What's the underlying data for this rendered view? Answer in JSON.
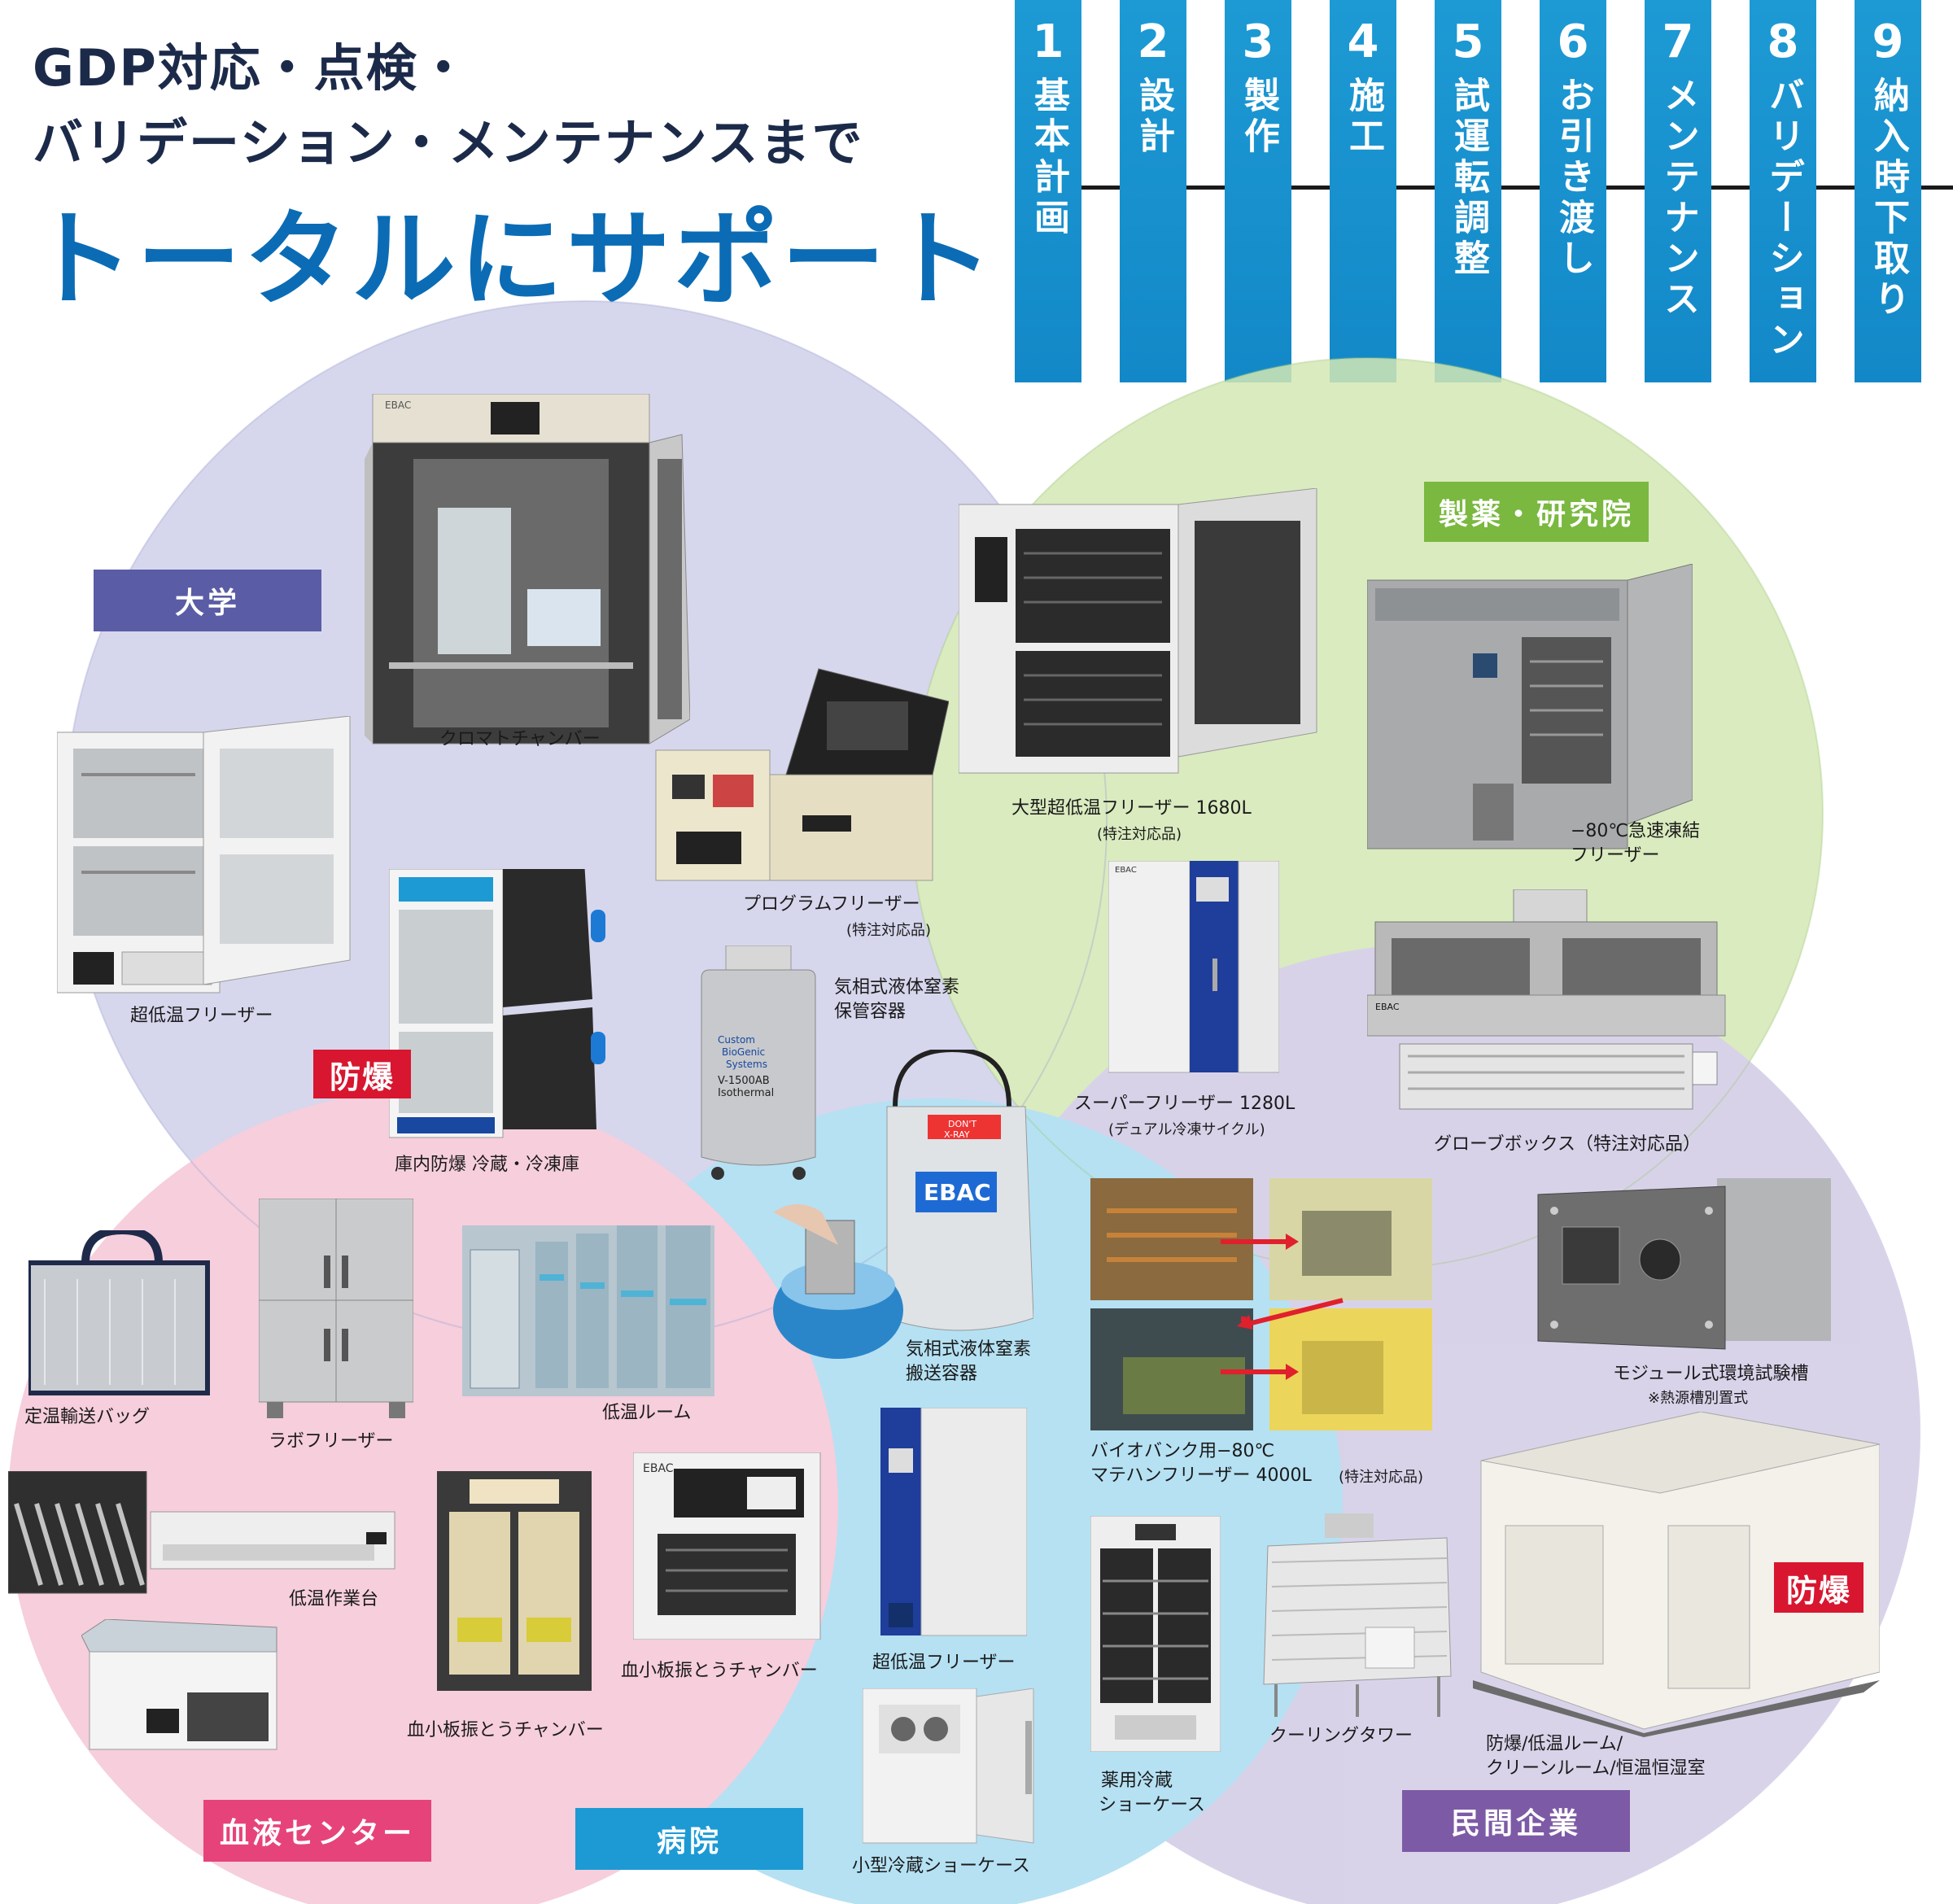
{
  "header": {
    "subtitle_line1": "GDP対応・点検・",
    "subtitle_line2": "バリデーション・メンテナンスまで",
    "title": "トータルにサポート"
  },
  "steps": [
    {
      "num": "1",
      "label": "基本計画"
    },
    {
      "num": "2",
      "label": "設計"
    },
    {
      "num": "3",
      "label": "製作"
    },
    {
      "num": "4",
      "label": "施工"
    },
    {
      "num": "5",
      "label": "試運転調整"
    },
    {
      "num": "6",
      "label": "お引き渡し"
    },
    {
      "num": "7",
      "label": "メンテナンス"
    },
    {
      "num": "8",
      "label": "バリデーション"
    },
    {
      "num": "9",
      "label": "納入時下取り"
    }
  ],
  "categories": {
    "university": "大学",
    "pharma": "製薬・研究院",
    "blood": "血液センター",
    "hospital": "病院",
    "private": "民間企業"
  },
  "colors": {
    "university": "#cfd0ea",
    "pharma": "#d4e8b4",
    "blood": "#f5c6d6",
    "hospital": "#a9dcf1",
    "private": "#d2cbe6",
    "university_label": "#5a5ca6",
    "pharma_label": "#7ab840",
    "blood_label": "#e6437b",
    "hospital_label": "#1d9ad4",
    "private_label": "#7d5aa5",
    "badge": "#d8162f"
  },
  "badges": {
    "explosion_proof": "防爆"
  },
  "products": {
    "chroma": "クロマトチャンバー",
    "ult_freezer_uni": "超低温フリーザー",
    "program_freezer": "プログラムフリーザー",
    "program_freezer_note": "(特注対応品)",
    "ex_fridge": "庫内防爆 冷蔵・冷凍庫",
    "ln2_storage_1": "気相式液体窒素",
    "ln2_storage_2": "保管容器",
    "large_freezer": "大型超低温フリーザー 1680L",
    "large_freezer_note": "(特注対応品)",
    "quick_freezer_1": "−80℃急速凍結",
    "quick_freezer_2": "フリーザー",
    "super_freezer": "スーパーフリーザー 1280L",
    "super_freezer_note": "(デュアル冷凍サイクル)",
    "glovebox": "グローブボックス（特注対応品）",
    "gdp_bag": "定温輸送バッグ",
    "lab_freezer": "ラボフリーザー",
    "low_room": "低温ルーム",
    "ln2_transport_1": "気相式液体窒素",
    "ln2_transport_2": "搬送容器",
    "biobank_1": "バイオバンク用−80℃",
    "biobank_2": "マテハンフリーザー 4000L",
    "biobank_note": "(特注対応品)",
    "module_chamber": "モジュール式環境試験槽",
    "module_chamber_note": "※熱源槽別置式",
    "low_workbench": "低温作業台",
    "platelet_1": "血小板振とうチャンバー",
    "platelet_2": "血小板振とうチャンバー",
    "ult_freezer_hosp": "超低温フリーザー",
    "med_showcase_1": "薬用冷蔵",
    "med_showcase_2": "ショーケース",
    "cooling_tower": "クーリングタワー",
    "rooms_1": "防爆/低温ルーム/",
    "rooms_2": "クリーンルーム/恒温恒湿室",
    "small_showcase": "小型冷蔵ショーケース"
  },
  "icons": {
    "arrow_color": "#e0202c",
    "logo_text": "EBAC",
    "ln2_can_text_1": "Custom",
    "ln2_can_text_2": "BioGenic",
    "ln2_can_text_3": "Systems",
    "ln2_can_text_4": "V-1500AB",
    "ln2_can_text_5": "Isothermal",
    "dewar_sticker_1": "DON'T",
    "dewar_sticker_2": "X-RAY"
  }
}
